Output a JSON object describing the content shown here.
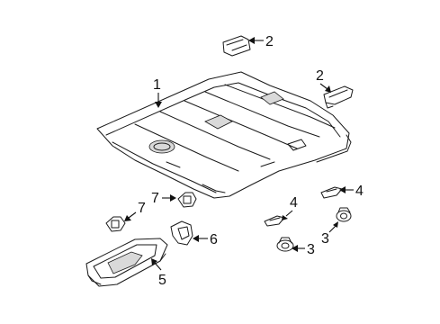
{
  "callouts": {
    "c1": "1",
    "c2a": "2",
    "c2b": "2",
    "c3a": "3",
    "c3b": "3",
    "c4a": "4",
    "c4b": "4",
    "c5": "5",
    "c6": "6",
    "c7a": "7",
    "c7b": "7"
  },
  "colors": {
    "line": "#1a1a1a",
    "shade": "#d9d9d9",
    "background": "#ffffff"
  }
}
